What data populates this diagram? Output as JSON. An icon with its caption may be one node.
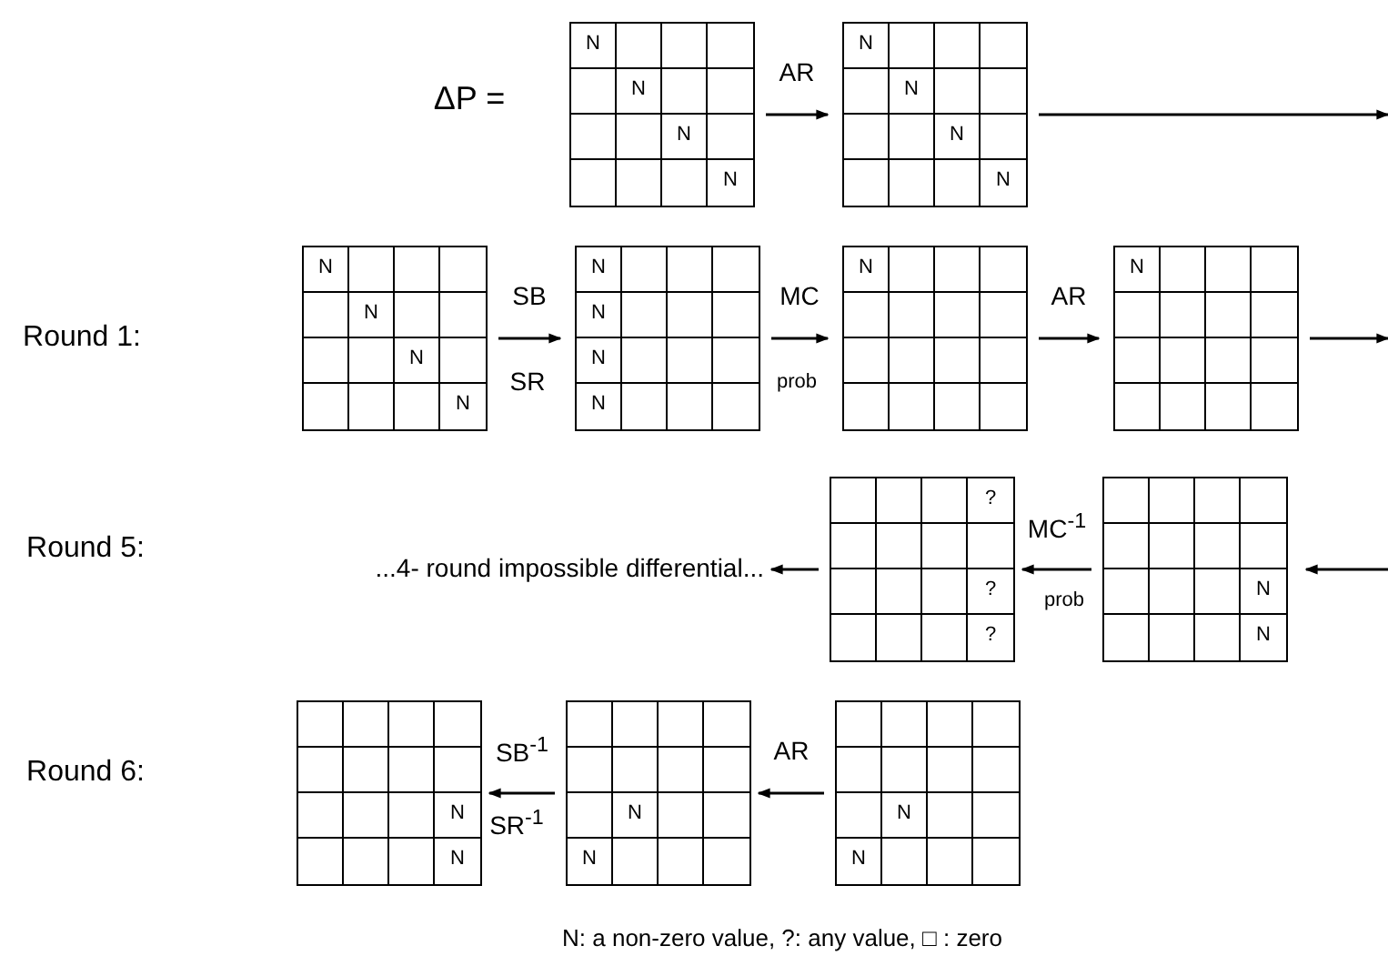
{
  "diagram": {
    "nodes": [
      {
        "text": [
          "N",
          "N",
          "N",
          "N"
        ]
      },
      {
        "text": [
          "N",
          "N",
          "N",
          "N"
        ]
      },
      {
        "text": [
          "N",
          "N",
          "N",
          "N"
        ]
      },
      {
        "text": [
          "N",
          "N",
          "N",
          "N"
        ]
      },
      {
        "text": [
          "N"
        ]
      },
      {
        "text": [
          "N"
        ]
      },
      {
        "text": [
          "...4- round impossible differential..."
        ]
      },
      {
        "text": [
          "?",
          "?",
          "?"
        ]
      },
      {
        "text": [
          "N",
          "N"
        ]
      },
      {
        "text": [
          "N",
          "N"
        ]
      },
      {
        "text": [
          "N",
          "N"
        ]
      },
      {
        "text": [
          "N",
          "N"
        ]
      }
    ],
    "edges": [
      {
        "from": 0,
        "to": 1,
        "arrow": "to",
        "label": "AR"
      },
      {
        "from": 1,
        "to": null,
        "arrow": "to"
      },
      {
        "from": 2,
        "to": 3,
        "arrow": "to",
        "label": "SB"
      },
      {
        "from": 3,
        "to": 4,
        "arrow": "to",
        "label": "MC"
      },
      {
        "from": 4,
        "to": 5,
        "arrow": "to",
        "label": "AR"
      },
      {
        "from": 5,
        "to": null,
        "arrow": "to"
      },
      {
        "from": null,
        "to": 8,
        "arrow": "to"
      },
      {
        "from": 8,
        "to": 7,
        "arrow": "to",
        "label": "MC$^{-1}$"
      },
      {
        "from": 7,
        "to": 6,
        "arrow": "to"
      },
      {
        "from": 11,
        "to": 10,
        "arrow": "to",
        "label": "AR"
      },
      {
        "from": 10,
        "to": 9,
        "arrow": "to",
        "label": "SB$^{-1}$"
      }
    ],
    "labels": [
      "ΔP  =",
      "Round 1:",
      "SR",
      "prob",
      "Round 5:",
      "prob",
      "Round 6:",
      "SR$^{-1}$",
      "N: a non-zero value, ?: any value, □ : zero"
    ]
  }
}
